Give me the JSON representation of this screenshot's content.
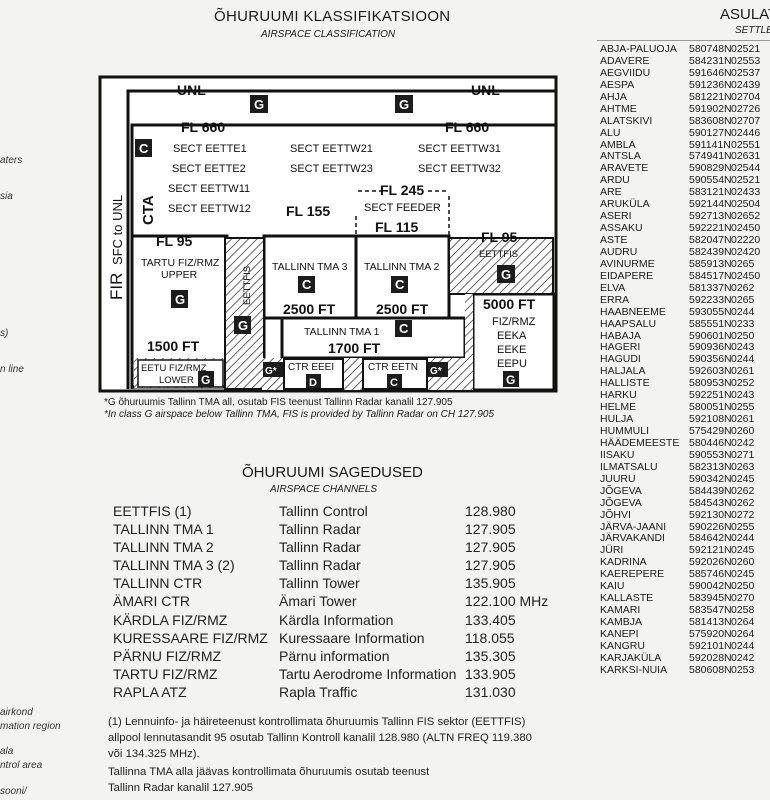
{
  "left_fragments": [
    "aters",
    "sia",
    "s)",
    "n line",
    "airkond",
    "mation region",
    "ala",
    "ntrol area",
    "sooni/"
  ],
  "classification": {
    "title": "ÕHURUUMI KLASSIFIKATSIOON",
    "subtitle": "AIRSPACE CLASSIFICATION",
    "diagram": {
      "unl": "UNL",
      "g": "G",
      "c": "C",
      "d": "D",
      "fl660": "FL 660",
      "fl95": "FL 95",
      "fl155": "FL 155",
      "fl245": "FL 245",
      "fl115": "FL 115",
      "sect_eette1": "SECT EETTE1",
      "sect_eette2": "SECT EETTE2",
      "sect_eettw11": "SECT EETTW11",
      "sect_eettw12": "SECT EETTW12",
      "sect_eettw21": "SECT EETTW21",
      "sect_eettw23": "SECT EETTW23",
      "sect_eettw31": "SECT EETTW31",
      "sect_eettw32": "SECT EETTW32",
      "sect_feeder": "SECT FEEDER",
      "cta": "CTA",
      "fir": "FIR",
      "sfc_to_unl": "SFC to UNL",
      "tartu_upper_1": "TARTU FIZ/RMZ",
      "tartu_upper_2": "UPPER",
      "eettfis": "EETTFIS",
      "tma3": "TALLINN TMA 3",
      "tma2": "TALLINN TMA 2",
      "ft2500": "2500 FT",
      "ft1500": "1500 FT",
      "ft5000": "5000 FT",
      "ft1700": "1700 FT",
      "tma1": "TALLINN TMA 1",
      "eetu_lower_1": "EETU FIZ/RMZ",
      "eetu_lower_2": "LOWER",
      "ctr_eeei": "CTR EEEI",
      "ctr_eetn": "CTR EETN",
      "g_star": "G*",
      "fizrmz": "FIZ/RMZ",
      "eeka": "EEKA",
      "eeke": "EEKE",
      "eepu": "EEPU"
    },
    "footnote_et": "*G õhuruumis Tallinn TMA all, osutab FIS teenust Tallinn Radar kanalil 127.905",
    "footnote_en": "*In class G airspace below Tallinn TMA, FIS is provided by Tallinn Radar on CH 127.905"
  },
  "channels": {
    "title": "ÕHURUUMI SAGEDUSED",
    "subtitle": "AIRSPACE CHANNELS",
    "rows": [
      {
        "unit": "EETTFIS (1)",
        "service": "Tallinn Control",
        "freq": "128.980"
      },
      {
        "unit": "TALLINN TMA 1",
        "service": "Tallinn Radar",
        "freq": "127.905"
      },
      {
        "unit": "TALLINN TMA 2",
        "service": "Tallinn Radar",
        "freq": "127.905"
      },
      {
        "unit": "TALLINN TMA 3 (2)",
        "service": "Tallinn Radar",
        "freq": "127.905"
      },
      {
        "unit": "TALLINN CTR",
        "service": "Tallinn Tower",
        "freq": "135.905"
      },
      {
        "unit": "ÄMARI CTR",
        "service": "Ämari Tower",
        "freq": "122.100 MHz"
      },
      {
        "unit": "KÄRDLA FIZ/RMZ",
        "service": "Kärdla Information",
        "freq": "133.405"
      },
      {
        "unit": "KURESSAARE FIZ/RMZ",
        "service": "Kuressaare Information",
        "freq": "118.055"
      },
      {
        "unit": "PÄRNU FIZ/RMZ",
        "service": "Pärnu information",
        "freq": "135.305"
      },
      {
        "unit": "TARTU FIZ/RMZ",
        "service": "Tartu Aerodrome Information",
        "freq": "133.905"
      },
      {
        "unit": "RAPLA ATZ",
        "service": "Rapla Traffic",
        "freq": "131.030"
      }
    ],
    "note_lines": [
      "(1) Lennuinfo- ja häireteenust kontrollimata õhuruumis Tallinn FIS sektor (EETTFIS)",
      "allpool lennutasandit 95 osutab Tallinn Kontroll kanalil 128.980 (ALTN FREQ 119.380",
      "või 134.325 MHz).",
      "Tallinna TMA alla jäävas kontrollimata õhuruumis osutab teenust",
      "Tallinn Radar kanalil 127.905"
    ]
  },
  "settlements": {
    "title": "ASULAT",
    "subtitle": "SETTLE",
    "rows": [
      {
        "name": "ABJA-PALUOJA",
        "lat": "580748N",
        "lon": "02521"
      },
      {
        "name": "ADAVERE",
        "lat": "584231N",
        "lon": "02553"
      },
      {
        "name": "AEGVIIDU",
        "lat": "591646N",
        "lon": "02537"
      },
      {
        "name": "AESPA",
        "lat": "591236N",
        "lon": "02439"
      },
      {
        "name": "AHJA",
        "lat": "581221N",
        "lon": "02704"
      },
      {
        "name": "AHTME",
        "lat": "591902N",
        "lon": "02726"
      },
      {
        "name": "ALATSKIVI",
        "lat": "583608N",
        "lon": "02707"
      },
      {
        "name": "ALU",
        "lat": "590127N",
        "lon": "02446"
      },
      {
        "name": "AMBLA",
        "lat": "591141N",
        "lon": "02551"
      },
      {
        "name": "ANTSLA",
        "lat": "574941N",
        "lon": "02631"
      },
      {
        "name": "ARAVETE",
        "lat": "590829N",
        "lon": "02544"
      },
      {
        "name": "ARDU",
        "lat": "590554N",
        "lon": "02521"
      },
      {
        "name": "ARE",
        "lat": "583121N",
        "lon": "02433"
      },
      {
        "name": "ARUKÜLA",
        "lat": "592144N",
        "lon": "02504"
      },
      {
        "name": "ASERI",
        "lat": "592713N",
        "lon": "02652"
      },
      {
        "name": "ASSAKU",
        "lat": "592221N",
        "lon": "02450"
      },
      {
        "name": "ASTE",
        "lat": "582047N",
        "lon": "02220"
      },
      {
        "name": "AUDRU",
        "lat": "582439N",
        "lon": "02420"
      },
      {
        "name": "AVINURME",
        "lat": "585913N",
        "lon": "0265"
      },
      {
        "name": "EIDAPERE",
        "lat": "584517N",
        "lon": "02450"
      },
      {
        "name": "ELVA",
        "lat": "581337N",
        "lon": "0262"
      },
      {
        "name": "ERRA",
        "lat": "592233N",
        "lon": "0265"
      },
      {
        "name": "HAABNEEME",
        "lat": "593055N",
        "lon": "0244"
      },
      {
        "name": "HAAPSALU",
        "lat": "585551N",
        "lon": "0233"
      },
      {
        "name": "HABAJA",
        "lat": "590601N",
        "lon": "0250"
      },
      {
        "name": "HAGERI",
        "lat": "590936N",
        "lon": "0243"
      },
      {
        "name": "HAGUDI",
        "lat": "590356N",
        "lon": "0244"
      },
      {
        "name": "HALJALA",
        "lat": "592603N",
        "lon": "0261"
      },
      {
        "name": "HALLISTE",
        "lat": "580953N",
        "lon": "0252"
      },
      {
        "name": "HARKU",
        "lat": "592251N",
        "lon": "0243"
      },
      {
        "name": "HELME",
        "lat": "580051N",
        "lon": "0255"
      },
      {
        "name": "HULJA",
        "lat": "592108N",
        "lon": "0261"
      },
      {
        "name": "HUMMULI",
        "lat": "575429N",
        "lon": "0260"
      },
      {
        "name": "HÄÄDEMEESTE",
        "lat": "580446N",
        "lon": "0242"
      },
      {
        "name": "IISAKU",
        "lat": "590553N",
        "lon": "0271"
      },
      {
        "name": "ILMATSALU",
        "lat": "582313N",
        "lon": "0263"
      },
      {
        "name": "JUURU",
        "lat": "590342N",
        "lon": "0245"
      },
      {
        "name": "JÕGEVA",
        "lat": "584439N",
        "lon": "0262"
      },
      {
        "name": "JÕGEVA",
        "lat": "584543N",
        "lon": "0262"
      },
      {
        "name": "JÕHVI",
        "lat": "592130N",
        "lon": "0272"
      },
      {
        "name": "JÄRVA-JAANI",
        "lat": "590226N",
        "lon": "0255"
      },
      {
        "name": "JÄRVAKANDI",
        "lat": "584642N",
        "lon": "0244"
      },
      {
        "name": "JÜRI",
        "lat": "592121N",
        "lon": "0245"
      },
      {
        "name": "KADRINA",
        "lat": "592026N",
        "lon": "0260"
      },
      {
        "name": "KAEREPERE",
        "lat": "585746N",
        "lon": "0245"
      },
      {
        "name": "KAIU",
        "lat": "590042N",
        "lon": "0250"
      },
      {
        "name": "KALLASTE",
        "lat": "583945N",
        "lon": "0270"
      },
      {
        "name": "KAMARI",
        "lat": "583547N",
        "lon": "0258"
      },
      {
        "name": "KAMBJA",
        "lat": "581413N",
        "lon": "0264"
      },
      {
        "name": "KANEPI",
        "lat": "575920N",
        "lon": "0264"
      },
      {
        "name": "KANGRU",
        "lat": "592101N",
        "lon": "0244"
      },
      {
        "name": "KARJAKÜLA",
        "lat": "592028N",
        "lon": "0242"
      },
      {
        "name": "KARKSI-NUIA",
        "lat": "580608N",
        "lon": "0253"
      }
    ]
  }
}
